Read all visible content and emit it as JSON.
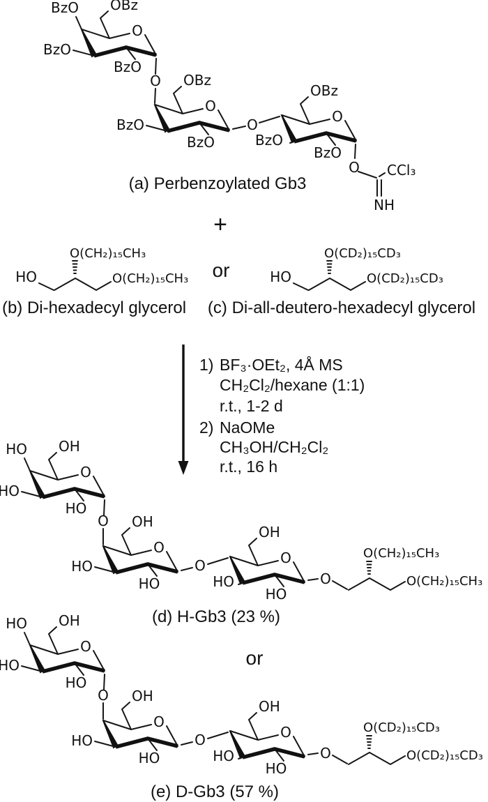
{
  "glyphs": {
    "BzO": "BzO",
    "OBz": "OBz",
    "HO": "HO",
    "OH": "OH",
    "O": "O",
    "NH": "NH",
    "CCl3": "CCl₃"
  },
  "operators": {
    "plus": "+",
    "or": "or"
  },
  "compounds": {
    "a": {
      "caption": "(a) Perbenzoylated Gb3"
    },
    "b": {
      "caption": "(b) Di-hexadecyl glycerol",
      "hydroxyl": "HO",
      "chain": "O(CH₂)₁₅CH₃"
    },
    "c": {
      "caption": "(c) Di-all-deutero-hexadecyl glycerol",
      "hydroxyl": "HO",
      "chain": "O(CD₂)₁₅CD₃"
    },
    "d": {
      "caption": "(d) H-Gb3 (23 %)",
      "chain": "O(CH₂)₁₅CH₃"
    },
    "e": {
      "caption": "(e) D-Gb3 (57 %)",
      "chain": "O(CD₂)₁₅CD₃"
    }
  },
  "reaction": {
    "step1": {
      "num": "1)",
      "line1": "BF₃·OEt₂, 4Å MS",
      "line2": "CH₂Cl₂/hexane (1:1)",
      "line3": "r.t., 1-2 d"
    },
    "step2": {
      "num": "2)",
      "line1": "NaOMe",
      "line2": "CH₃OH/CH₂Cl₂",
      "line3": "r.t., 16 h"
    }
  }
}
